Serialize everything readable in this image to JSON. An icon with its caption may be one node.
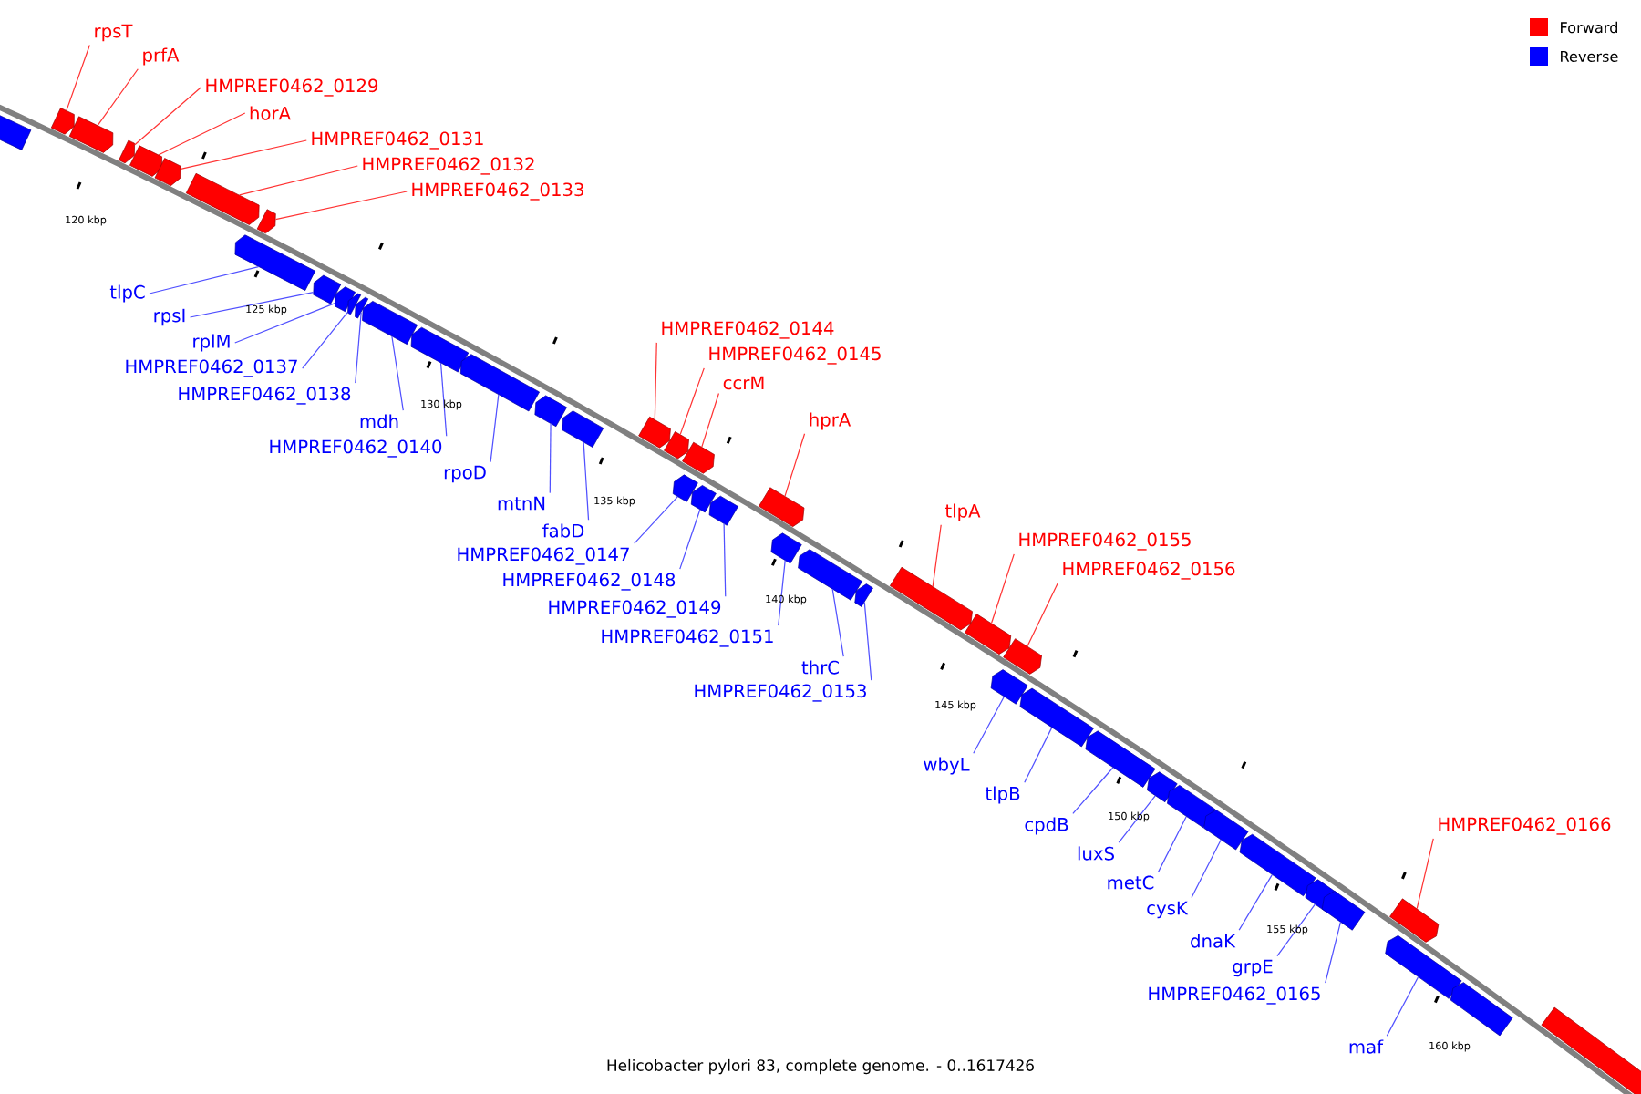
{
  "diagram": {
    "caption": "Helicobacter pylori 83, complete genome. - 0..1617426",
    "nodes": [
      {
        "text": [],
        "shape": "arrow"
      },
      {
        "text": [
          "rpsT"
        ]
      },
      {
        "text": [],
        "shape": "arrow"
      },
      {
        "text": [
          "prfA"
        ]
      },
      {
        "text": [],
        "shape": "arrow"
      },
      {
        "text": [
          "HMPREF0462_0129"
        ]
      },
      {
        "text": [],
        "shape": "arrow"
      },
      {
        "text": [
          "horA"
        ]
      },
      {
        "text": [],
        "shape": "arrow"
      },
      {
        "text": [
          "HMPREF0462_0131"
        ]
      },
      {
        "text": [],
        "shape": "arrow"
      },
      {
        "text": [
          "HMPREF0462_0132"
        ]
      },
      {
        "text": [],
        "shape": "arrow"
      },
      {
        "text": [
          "HMPREF0462_0133"
        ]
      },
      {
        "text": [],
        "shape": "arrow"
      },
      {
        "text": [
          "tlpC"
        ]
      },
      {
        "text": [],
        "shape": "arrow"
      },
      {
        "text": [
          "rpsI"
        ]
      },
      {
        "text": [],
        "shape": "arrow"
      },
      {
        "text": [
          "rplM"
        ]
      },
      {
        "text": [],
        "shape": "arrow"
      },
      {
        "text": [
          "HMPREF0462_0137"
        ]
      },
      {
        "text": [],
        "shape": "arrow"
      },
      {
        "text": [
          "HMPREF0462_0138"
        ]
      },
      {
        "text": [],
        "shape": "arrow"
      },
      {
        "text": [
          "mdh"
        ]
      },
      {
        "text": [],
        "shape": "arrow"
      },
      {
        "text": [
          "HMPREF0462_0140"
        ]
      },
      {
        "text": [],
        "shape": "arrow"
      },
      {
        "text": [
          "rpoD"
        ]
      },
      {
        "text": [],
        "shape": "arrow"
      },
      {
        "text": [
          "mtnN"
        ]
      },
      {
        "text": [],
        "shape": "arrow"
      },
      {
        "text": [
          "fabD"
        ]
      },
      {
        "text": [],
        "shape": "arrow"
      },
      {
        "text": [
          "HMPREF0462_0144"
        ]
      },
      {
        "text": [],
        "shape": "arrow"
      },
      {
        "text": [
          "HMPREF0462_0145"
        ]
      },
      {
        "text": [],
        "shape": "arrow"
      },
      {
        "text": [
          "ccrM"
        ]
      },
      {
        "text": [],
        "shape": "arrow"
      },
      {
        "text": [
          "hprA"
        ]
      },
      {
        "text": [],
        "shape": "arrow"
      },
      {
        "text": [
          "HMPREF0462_0147"
        ]
      },
      {
        "text": [],
        "shape": "arrow"
      },
      {
        "text": [
          "HMPREF0462_0148"
        ]
      },
      {
        "text": [],
        "shape": "arrow"
      },
      {
        "text": [
          "HMPREF0462_0149"
        ]
      },
      {
        "text": [],
        "shape": "arrow"
      },
      {
        "text": [
          "HMPREF0462_0151"
        ]
      },
      {
        "text": [],
        "shape": "arrow"
      },
      {
        "text": [
          "thrC"
        ]
      },
      {
        "text": [],
        "shape": "arrow"
      },
      {
        "text": [
          "HMPREF0462_0153"
        ]
      },
      {
        "text": [],
        "shape": "arrow"
      },
      {
        "text": [
          "tlpA"
        ]
      },
      {
        "text": [],
        "shape": "arrow"
      },
      {
        "text": [
          "HMPREF0462_0155"
        ]
      },
      {
        "text": [],
        "shape": "arrow"
      },
      {
        "text": [
          "HMPREF0462_0156"
        ]
      },
      {
        "text": [],
        "shape": "arrow"
      },
      {
        "text": [
          "wbyL"
        ]
      },
      {
        "text": [],
        "shape": "arrow"
      },
      {
        "text": [
          "tlpB"
        ]
      },
      {
        "text": [],
        "shape": "arrow"
      },
      {
        "text": [
          "cpdB"
        ]
      },
      {
        "text": [],
        "shape": "arrow"
      },
      {
        "text": [
          "luxS"
        ]
      },
      {
        "text": [],
        "shape": "arrow"
      },
      {
        "text": [
          "metC"
        ]
      },
      {
        "text": [],
        "shape": "arrow"
      },
      {
        "text": [
          "cysK"
        ]
      },
      {
        "text": [],
        "shape": "arrow"
      },
      {
        "text": [
          "dnaK"
        ]
      },
      {
        "text": [],
        "shape": "arrow"
      },
      {
        "text": [
          "grpE"
        ]
      },
      {
        "text": [],
        "shape": "arrow"
      },
      {
        "text": [
          "HMPREF0462_0165"
        ]
      },
      {
        "text": [],
        "shape": "arrow"
      },
      {
        "text": [
          "HMPREF0462_0166"
        ]
      },
      {
        "text": [],
        "shape": "arrow"
      },
      {
        "text": [
          "maf"
        ]
      },
      {
        "text": [],
        "shape": "arrow"
      },
      {
        "text": [],
        "shape": "arrow"
      },
      {
        "text": [],
        "shape": "arrow"
      }
    ],
    "edges": [
      {
        "from": 1,
        "to": 2,
        "arrow": "none",
        "color": "#ff3333"
      },
      {
        "from": 3,
        "to": 4,
        "arrow": "none",
        "color": "#ff3333"
      },
      {
        "from": 5,
        "to": 6,
        "arrow": "none",
        "color": "#ff3333"
      },
      {
        "from": 7,
        "to": 8,
        "arrow": "none",
        "color": "#ff3333"
      },
      {
        "from": 9,
        "to": 10,
        "arrow": "none",
        "color": "#ff3333"
      },
      {
        "from": 11,
        "to": 12,
        "arrow": "none",
        "color": "#ff3333"
      },
      {
        "from": 13,
        "to": 14,
        "arrow": "none",
        "color": "#ff3333"
      },
      {
        "from": 15,
        "to": 16,
        "arrow": "none"
      },
      {
        "from": 17,
        "to": 18,
        "arrow": "none"
      },
      {
        "from": 19,
        "to": 20,
        "arrow": "none"
      },
      {
        "from": 21,
        "to": 22,
        "arrow": "none"
      },
      {
        "from": 23,
        "to": 24,
        "arrow": "none"
      },
      {
        "from": 25,
        "to": 26,
        "arrow": "none"
      },
      {
        "from": 27,
        "to": 28,
        "arrow": "none"
      },
      {
        "from": 29,
        "to": 30,
        "arrow": "none"
      },
      {
        "from": 31,
        "to": 32,
        "arrow": "none"
      },
      {
        "from": 33,
        "to": 34,
        "arrow": "none"
      },
      {
        "from": 35,
        "to": 36,
        "arrow": "none",
        "color": "#ff3333"
      },
      {
        "from": 37,
        "to": 38,
        "arrow": "none",
        "color": "#ff3333"
      },
      {
        "from": 39,
        "to": 40,
        "arrow": "none",
        "color": "#ff3333"
      },
      {
        "from": 41,
        "to": 42,
        "arrow": "none",
        "color": "#ff3333"
      },
      {
        "from": 43,
        "to": 44,
        "arrow": "none"
      },
      {
        "from": 45,
        "to": 46,
        "arrow": "none"
      },
      {
        "from": 47,
        "to": 48,
        "arrow": "none"
      },
      {
        "from": 49,
        "to": 50,
        "arrow": "none"
      },
      {
        "from": 51,
        "to": 52,
        "arrow": "none"
      },
      {
        "from": 53,
        "to": 54,
        "arrow": "none"
      },
      {
        "from": 55,
        "to": 56,
        "arrow": "none",
        "color": "#ff3333"
      },
      {
        "from": 57,
        "to": 58,
        "arrow": "none",
        "color": "#ff3333"
      },
      {
        "from": 59,
        "to": 60,
        "arrow": "none",
        "color": "#ff3333"
      },
      {
        "from": 61,
        "to": 62,
        "arrow": "none"
      },
      {
        "from": 63,
        "to": 64,
        "arrow": "none"
      },
      {
        "from": 65,
        "to": 66,
        "arrow": "none"
      },
      {
        "from": 67,
        "to": 68,
        "arrow": "none"
      },
      {
        "from": 69,
        "to": 70,
        "arrow": "none"
      },
      {
        "from": 71,
        "to": 72,
        "arrow": "none"
      },
      {
        "from": 73,
        "to": 74,
        "arrow": "none"
      },
      {
        "from": 75,
        "to": 76,
        "arrow": "none"
      },
      {
        "from": 77,
        "to": 78,
        "arrow": "none"
      },
      {
        "from": 79,
        "to": 80,
        "arrow": "none",
        "color": "#ff3333"
      },
      {
        "from": 81,
        "to": 82,
        "arrow": "none"
      }
    ],
    "labels": [
      "120 kbp",
      "125 kbp",
      "130 kbp",
      "135 kbp",
      "140 kbp",
      "145 kbp",
      "150 kbp",
      "155 kbp",
      "160 kbp"
    ],
    "legend": [
      {
        "text": "Forward",
        "color": "#ff0000"
      },
      {
        "text": "Reverse",
        "color": "#0000ff"
      }
    ]
  }
}
